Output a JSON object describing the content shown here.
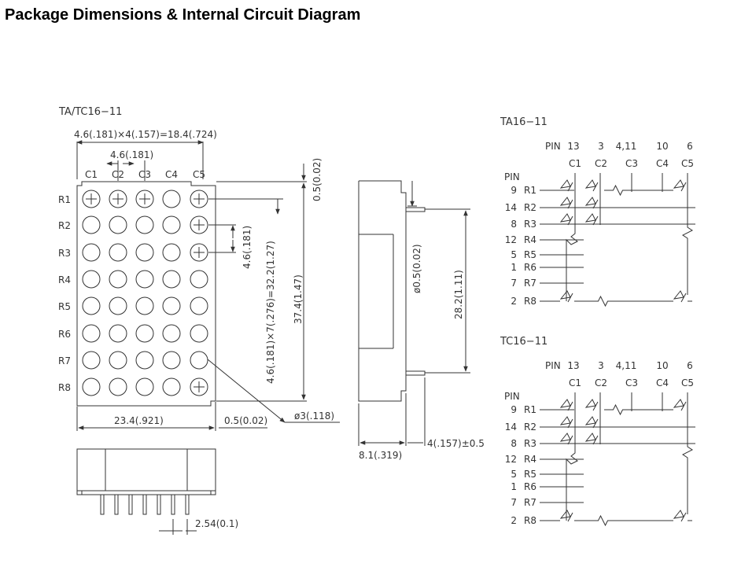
{
  "title": "Package Dimensions & Internal Circuit Diagram",
  "package": {
    "model": "TA/TC16−11",
    "dim_overall_pitch": "4.6(.181)×4(.157)=18.4(.724)",
    "dim_pitch": "4.6(.181)",
    "columns": [
      "C1",
      "C2",
      "C3",
      "C4",
      "C5"
    ],
    "rows": [
      "R1",
      "R2",
      "R3",
      "R4",
      "R5",
      "R6",
      "R7",
      "R8"
    ],
    "dim_top_gap": "0.5(0.02)",
    "dim_row_pitch": "4.6(.181)",
    "dim_row_total": "4.6(.181)×7(.276)=32.2(1.27)",
    "dim_height": "37.4(1.47)",
    "dim_width": "23.4(.921)",
    "dim_side_gap": "0.5(0.02)",
    "dim_dot_diameter": "ø3(.118)",
    "dim_pin_diameter": "ø0.5(0.02)",
    "dim_pin_span": "28.2(1.11)",
    "dim_depth": "8.1(.319)",
    "dim_pin_length": "4(.157)±0.5",
    "dim_pin_pitch": "2.54(0.1)"
  },
  "circuits": [
    {
      "name": "TA16−11",
      "pin_label": "PIN",
      "col_pins": [
        "13",
        "3",
        "4,11",
        "10",
        "6"
      ],
      "col_names": [
        "C1",
        "C2",
        "C3",
        "C4",
        "C5"
      ],
      "row_pins": [
        "9",
        "14",
        "8",
        "12",
        "5",
        "1",
        "7",
        "2"
      ],
      "row_names": [
        "R1",
        "R2",
        "R3",
        "R4",
        "R5",
        "R6",
        "R7",
        "R8"
      ]
    },
    {
      "name": "TC16−11",
      "pin_label": "PIN",
      "col_pins": [
        "13",
        "3",
        "4,11",
        "10",
        "6"
      ],
      "col_names": [
        "C1",
        "C2",
        "C3",
        "C4",
        "C5"
      ],
      "row_pins": [
        "9",
        "14",
        "8",
        "12",
        "5",
        "1",
        "7",
        "2"
      ],
      "row_names": [
        "R1",
        "R2",
        "R3",
        "R4",
        "R5",
        "R6",
        "R7",
        "R8"
      ]
    }
  ]
}
